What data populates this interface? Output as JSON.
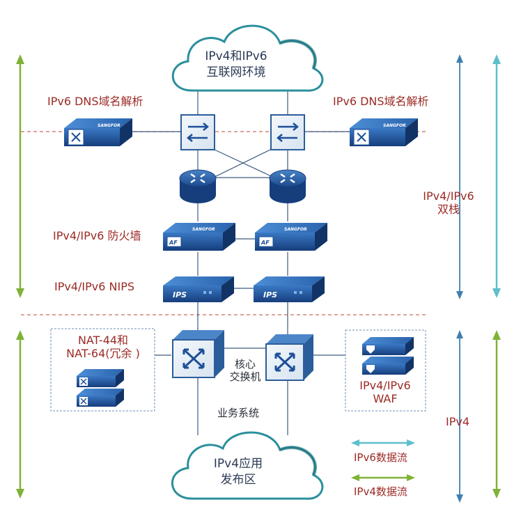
{
  "clouds": {
    "top": {
      "line1": "IPv4和IPv6",
      "line2": "互联网环境"
    },
    "bottom": {
      "line1": "IPv4应用",
      "line2": "发布区"
    }
  },
  "labels": {
    "dns_left": "IPv6 DNS域名解析",
    "dns_right": "IPv6 DNS域名解析",
    "dual_stack_line1": "IPv4/IPv6",
    "dual_stack_line2": "双栈",
    "firewall": "IPv4/IPv6 防火墙",
    "nips": "IPv4/IPv6 NIPS",
    "nat_line1": "NAT-44和",
    "nat_line2": "NAT-64(冗余 )",
    "core_line1": "核心",
    "core_line2": "交换机",
    "business": "业务系统",
    "waf_line1": "IPv4/IPv6",
    "waf_line2": "WAF",
    "ipv4": "IPv4"
  },
  "legend": {
    "ipv6_flow": "IPv6数据流",
    "ipv4_flow": "IPv4数据流"
  },
  "device_text": {
    "brand": "SANGFOR",
    "af": "AF",
    "ips": "IPS"
  },
  "colors": {
    "ipv6_arrow": "#5dbfcc",
    "ipv4_arrow": "#7fb236",
    "blue_axis": "#3f7fb0",
    "device_blue": "#1d4f98",
    "cloud_stroke": "#2a8f9c",
    "label_red": "#9b2a24",
    "dashed_red": "#c96a62"
  },
  "icons": [
    "cloud-icon",
    "load-balancer-icon",
    "router-icon",
    "firewall-icon",
    "ips-icon",
    "core-switch-icon",
    "dns-appliance-icon",
    "nat-appliance-icon",
    "waf-appliance-icon"
  ]
}
